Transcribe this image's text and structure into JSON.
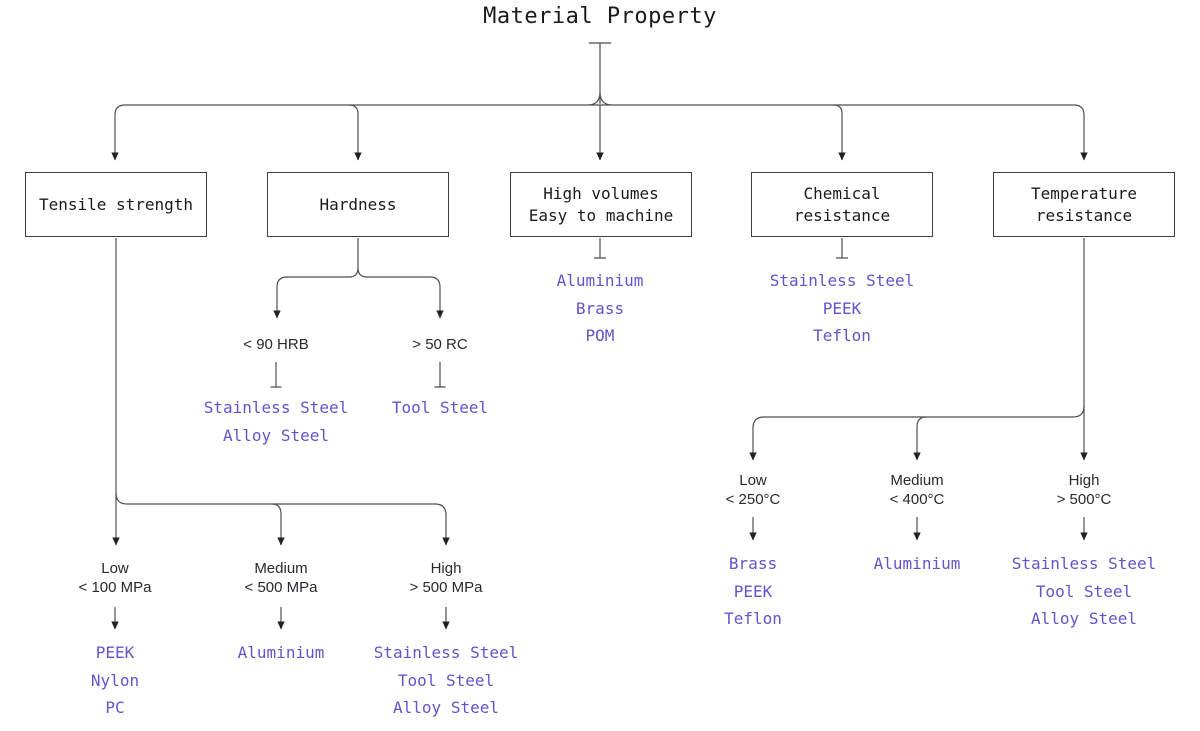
{
  "title": "Material Property",
  "palette": {
    "background": "#ffffff",
    "line": "#4f4f55",
    "arrow": "#222226",
    "box_border": "#3d3d44",
    "heading_text": "#1b1b1f",
    "condition_text": "#29292e",
    "material_text": "#6055cd"
  },
  "nodes": {
    "tensile": {
      "label": "Tensile strength",
      "children": [
        {
          "level": "Low",
          "threshold": "< 100 MPa",
          "materials": [
            "PEEK",
            "Nylon",
            "PC"
          ]
        },
        {
          "level": "Medium",
          "threshold": "< 500 MPa",
          "materials": [
            "Aluminium"
          ]
        },
        {
          "level": "High",
          "threshold": "> 500 MPa",
          "materials": [
            "Stainless Steel",
            "Tool Steel",
            "Alloy Steel"
          ]
        }
      ]
    },
    "hardness": {
      "label": "Hardness",
      "children": [
        {
          "threshold": "< 90 HRB",
          "materials": [
            "Stainless Steel",
            "Alloy Steel"
          ]
        },
        {
          "threshold": "> 50 RC",
          "materials": [
            "Tool Steel"
          ]
        }
      ]
    },
    "machinability": {
      "label_lines": [
        "High volumes",
        "Easy to machine"
      ],
      "materials": [
        "Aluminium",
        "Brass",
        "POM"
      ]
    },
    "chemical": {
      "label_lines": [
        "Chemical",
        "resistance"
      ],
      "materials": [
        "Stainless Steel",
        "PEEK",
        "Teflon"
      ]
    },
    "temperature": {
      "label_lines": [
        "Temperature",
        "resistance"
      ],
      "children": [
        {
          "level": "Low",
          "threshold": "< 250°C",
          "materials": [
            "Brass",
            "PEEK",
            "Teflon"
          ]
        },
        {
          "level": "Medium",
          "threshold": "< 400°C",
          "materials": [
            "Aluminium"
          ]
        },
        {
          "level": "High",
          "threshold": "> 500°C",
          "materials": [
            "Stainless Steel",
            "Tool Steel",
            "Alloy Steel"
          ]
        }
      ]
    }
  }
}
